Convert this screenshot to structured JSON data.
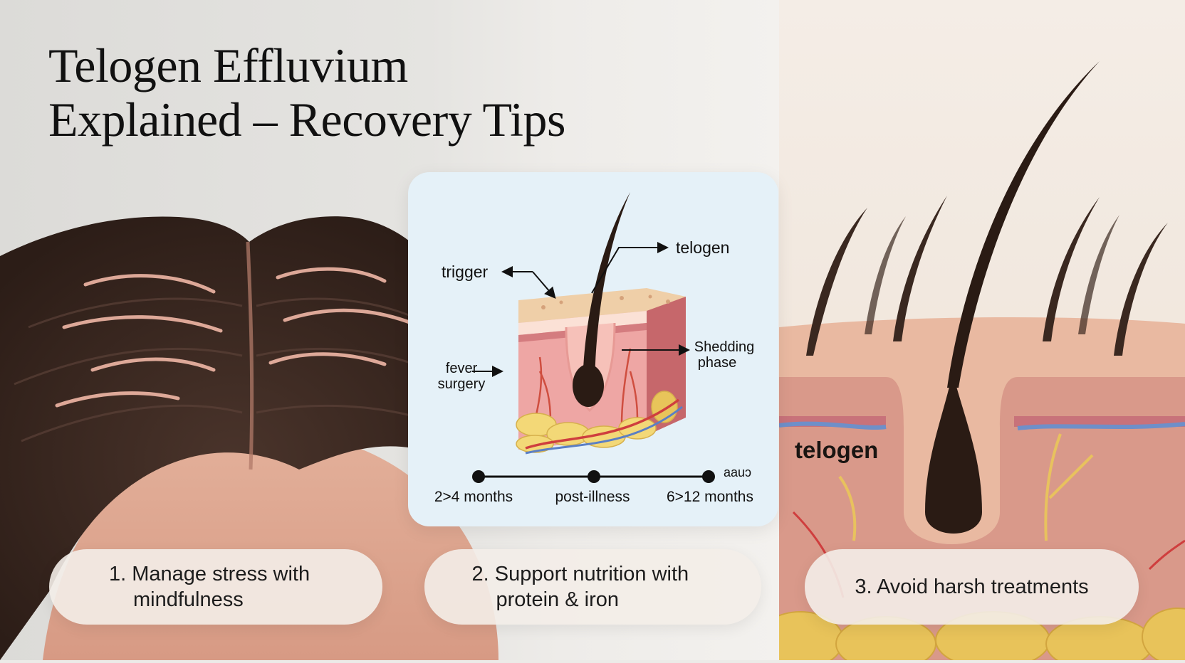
{
  "title": {
    "line1": "Telogen Effluvium",
    "line2": "Explained – Recovery Tips"
  },
  "diagram": {
    "label_trigger": "trigger",
    "label_telogen": "telogen",
    "label_fever": "fever",
    "label_surgery": "surgery",
    "label_shedding": "Shedding",
    "label_phase": "phase",
    "timeline_start": "2>4 months",
    "timeline_middle": "post-illness",
    "timeline_end": "6>12 months",
    "timeline_corner": "aauɔ"
  },
  "right_panel": {
    "label": "telogen"
  },
  "tips": [
    {
      "line1": "1. Manage stress with",
      "line2": "mindfulness"
    },
    {
      "line1": "2. Support nutrition with",
      "line2": "protein & iron"
    },
    {
      "line1": "3. Avoid harsh treatments"
    }
  ],
  "colors": {
    "card_bg": "#e5f1f8",
    "skin": "#f0c3b5",
    "hair": "#2a1b14",
    "fat": "#f0cf6a"
  }
}
